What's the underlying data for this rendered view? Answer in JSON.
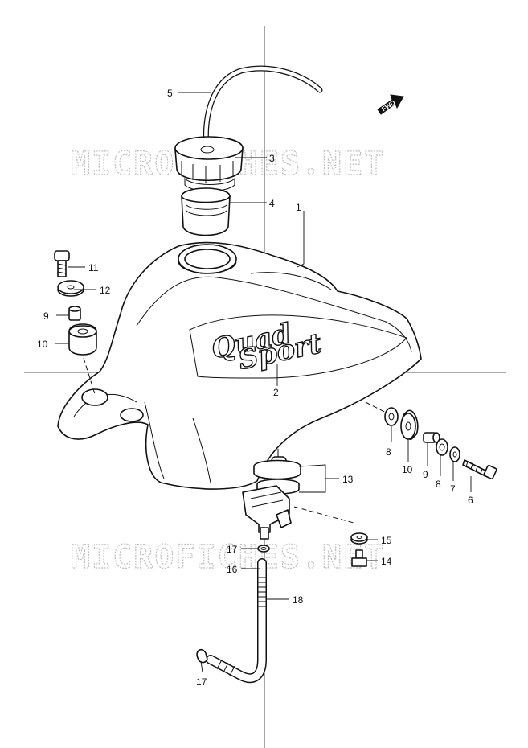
{
  "watermark": "MICROFICHES.NET",
  "fwd_label": "FWD",
  "logo": {
    "line1": "Quad",
    "line2": "Sport"
  },
  "callouts": {
    "c1": "1",
    "c2": "2",
    "c3": "3",
    "c4": "4",
    "c5": "5",
    "c6": "6",
    "c7": "7",
    "c8a": "8",
    "c8b": "8",
    "c9a": "9",
    "c9b": "9",
    "c10a": "10",
    "c10b": "10",
    "c11": "11",
    "c12": "12",
    "c13": "13",
    "c14": "14",
    "c15": "15",
    "c16": "16",
    "c17a": "17",
    "c17b": "17",
    "c18": "18"
  }
}
